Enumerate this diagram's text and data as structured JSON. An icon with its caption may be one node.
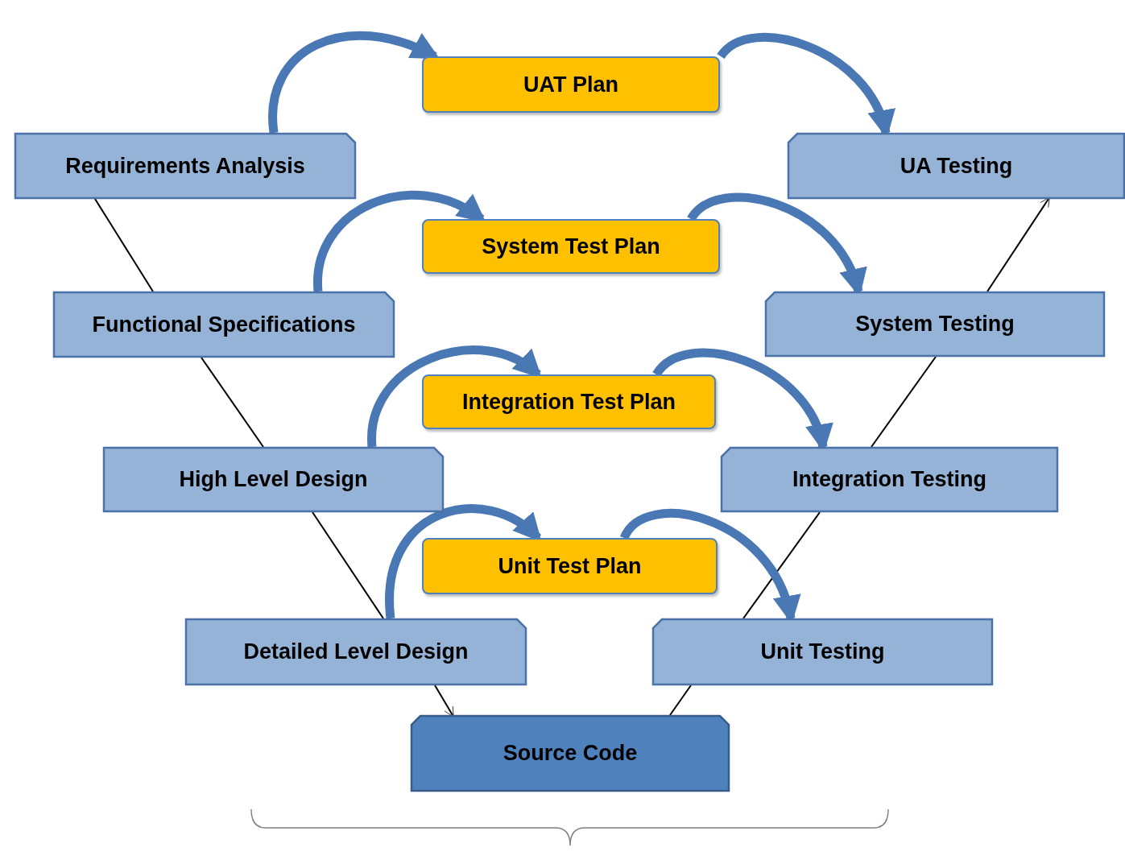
{
  "diagram": {
    "nodes": [
      {
        "text": [
          "Requirements Analysis"
        ]
      },
      {
        "text": [
          "UAT Plan"
        ]
      },
      {
        "text": [
          "UA Testing"
        ]
      },
      {
        "text": [
          "System Test Plan"
        ]
      },
      {
        "text": [
          "Functional Specifications"
        ]
      },
      {
        "text": [
          "System Testing"
        ]
      },
      {
        "text": [
          "Integration Test Plan"
        ]
      },
      {
        "text": [
          "High Level Design"
        ]
      },
      {
        "text": [
          "Integration Testing"
        ]
      },
      {
        "text": [
          "Unit Test Plan"
        ]
      },
      {
        "text": [
          "Detailed Level Design"
        ]
      },
      {
        "text": [
          "Unit Testing"
        ]
      },
      {
        "text": [
          "Source  Code"
        ]
      }
    ],
    "edges": [
      {
        "from": 0,
        "to": 4,
        "arrow": "none"
      },
      {
        "from": 4,
        "to": 7,
        "arrow": "none"
      },
      {
        "from": 7,
        "to": 10,
        "arrow": "none"
      },
      {
        "from": 10,
        "to": 12,
        "arrow": "to"
      },
      {
        "from": 12,
        "to": 11,
        "arrow": "none"
      },
      {
        "from": 11,
        "to": 8,
        "arrow": "none"
      },
      {
        "from": 8,
        "to": 5,
        "arrow": "none"
      },
      {
        "from": 5,
        "to": 2,
        "arrow": "to"
      },
      {
        "from": 0,
        "to": 1,
        "arrow": "to",
        "style": "thick",
        "color": "#4a78b4"
      },
      {
        "from": 1,
        "to": 2,
        "arrow": "to",
        "style": "thick",
        "color": "#4a78b4"
      },
      {
        "from": 4,
        "to": 3,
        "arrow": "to",
        "style": "thick",
        "color": "#4a78b4"
      },
      {
        "from": 3,
        "to": 5,
        "arrow": "to",
        "style": "thick",
        "color": "#4a78b4"
      },
      {
        "from": 7,
        "to": 6,
        "arrow": "to",
        "style": "thick",
        "color": "#4a78b4"
      },
      {
        "from": 6,
        "to": 8,
        "arrow": "to",
        "style": "thick",
        "color": "#4a78b4"
      },
      {
        "from": 10,
        "to": 9,
        "arrow": "to",
        "style": "thick",
        "color": "#4a78b4"
      },
      {
        "from": 9,
        "to": 11,
        "arrow": "to",
        "style": "thick",
        "color": "#4a78b4"
      }
    ]
  }
}
